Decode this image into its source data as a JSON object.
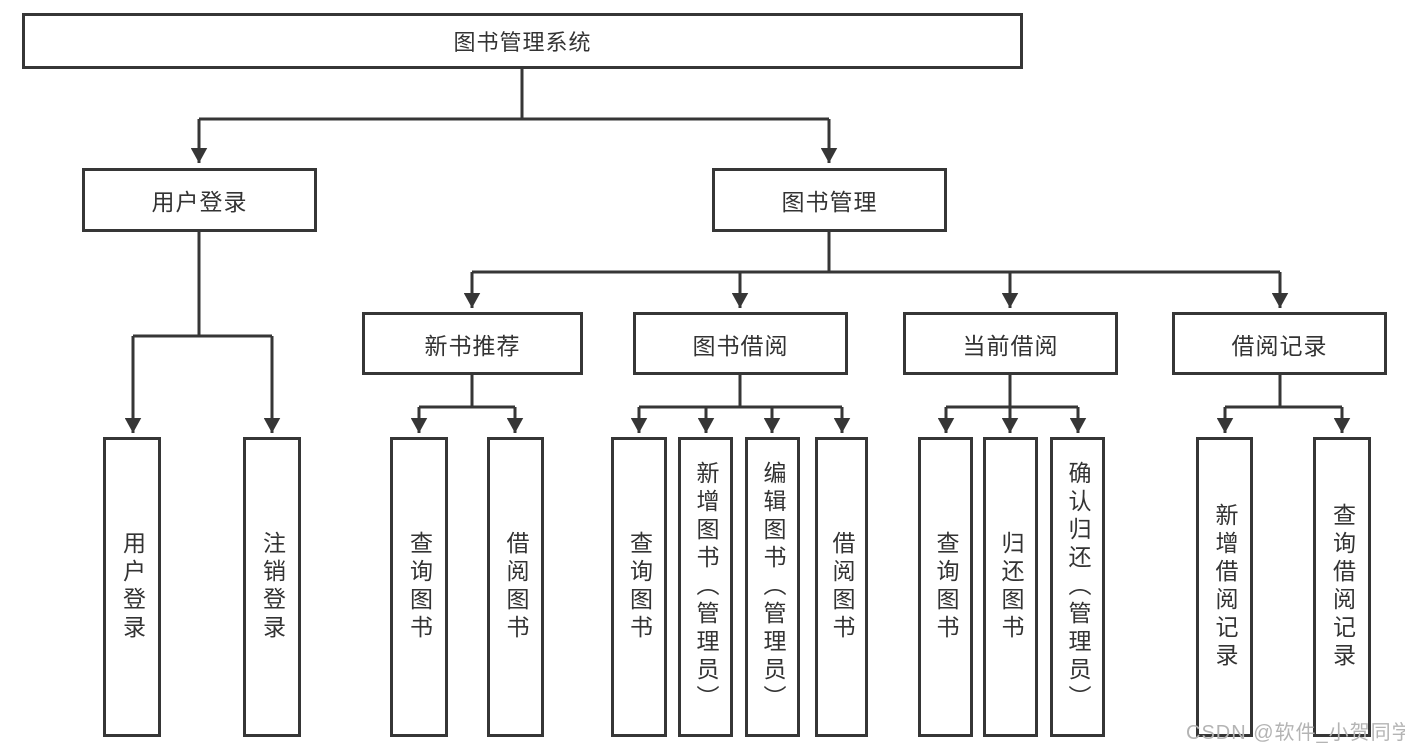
{
  "diagram": {
    "type": "hierarchy-tree",
    "nodes": {
      "root": {
        "label": "图书管理系统"
      },
      "level2": [
        {
          "label": "用户登录",
          "parent": "图书管理系统"
        },
        {
          "label": "图书管理",
          "parent": "图书管理系统"
        }
      ],
      "level3": [
        {
          "label": "新书推荐",
          "parent": "图书管理"
        },
        {
          "label": "图书借阅",
          "parent": "图书管理"
        },
        {
          "label": "当前借阅",
          "parent": "图书管理"
        },
        {
          "label": "借阅记录",
          "parent": "图书管理"
        }
      ],
      "leaves": [
        {
          "label": "用户登录",
          "parent": "用户登录"
        },
        {
          "label": "注销登录",
          "parent": "用户登录"
        },
        {
          "label": "查询图书",
          "parent": "新书推荐"
        },
        {
          "label": "借阅图书",
          "parent": "新书推荐"
        },
        {
          "label": "查询图书",
          "parent": "图书借阅"
        },
        {
          "label": "新增图书（管理员）",
          "parent": "图书借阅"
        },
        {
          "label": "编辑图书（管理员）",
          "parent": "图书借阅"
        },
        {
          "label": "借阅图书",
          "parent": "图书借阅"
        },
        {
          "label": "查询图书",
          "parent": "当前借阅"
        },
        {
          "label": "归还图书",
          "parent": "当前借阅"
        },
        {
          "label": "确认归还（管理员）",
          "parent": "当前借阅"
        },
        {
          "label": "新增借阅记录",
          "parent": "借阅记录"
        },
        {
          "label": "查询借阅记录",
          "parent": "借阅记录"
        }
      ]
    }
  },
  "watermark": {
    "text": "CSDN @软件_小贺同学"
  },
  "colors": {
    "line": "#363636",
    "border": "#363636",
    "text": "#333333",
    "watermark": "#b4b4b4",
    "background": "#ffffff"
  }
}
